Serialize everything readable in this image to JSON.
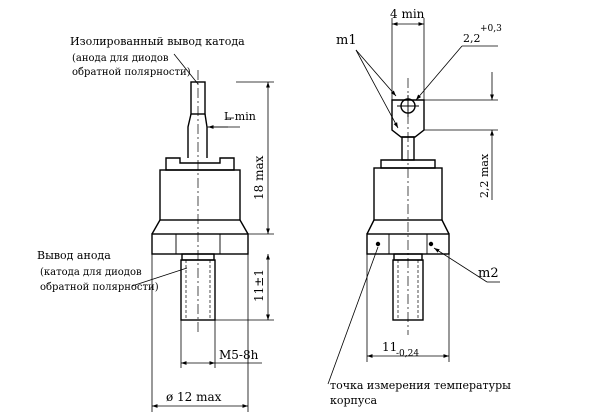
{
  "labels": {
    "isolated_lead": "Изолированный вывод катода",
    "isolated_lead_note1": "(анода для диодов",
    "isolated_lead_note2": "обратной полярности)",
    "anode_lead": "Вывод анода",
    "anode_lead_note1": "(катода для диодов",
    "anode_lead_note2": "обратной полярности)",
    "temp_point1": "точка измерения температуры",
    "temp_point2": "корпуса",
    "m1": "m1",
    "m2": "m2"
  },
  "dimensions": {
    "l_min": "L min",
    "height_18": "18 max",
    "thread_11": "11±1",
    "thread_m5": "M5-8h",
    "dia_12": "ø 12 max",
    "width_4": "4 min",
    "hole_2_2": "2,2",
    "hole_tol": "+0,3",
    "height_2_2": "2,2 max",
    "hex_11": "11",
    "hex_tol": "-0,24"
  }
}
